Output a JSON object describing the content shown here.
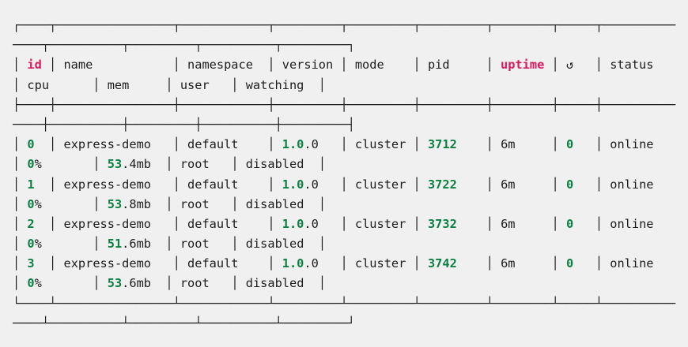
{
  "terminal": {
    "colors": {
      "bg": "#f0f0f0",
      "fg": "#1c1c1c",
      "red": "#d81b60",
      "green": "#0b8043"
    },
    "table": {
      "columns": [
        "id",
        "name",
        "namespace",
        "version",
        "mode",
        "pid",
        "uptime",
        "↺",
        "status",
        "cpu",
        "mem",
        "user",
        "watching"
      ],
      "rows": [
        {
          "id": "0",
          "name": "express-demo",
          "namespace": "default",
          "version": "1.0.0",
          "mode": "cluster",
          "pid": "3712",
          "uptime": "6m",
          "restarts": "0",
          "status": "online",
          "cpu": "0%",
          "mem": "53.4mb",
          "user": "root",
          "watching": "disabled"
        },
        {
          "id": "1",
          "name": "express-demo",
          "namespace": "default",
          "version": "1.0.0",
          "mode": "cluster",
          "pid": "3722",
          "uptime": "6m",
          "restarts": "0",
          "status": "online",
          "cpu": "0%",
          "mem": "53.8mb",
          "user": "root",
          "watching": "disabled"
        },
        {
          "id": "2",
          "name": "express-demo",
          "namespace": "default",
          "version": "1.0.0",
          "mode": "cluster",
          "pid": "3732",
          "uptime": "6m",
          "restarts": "0",
          "status": "online",
          "cpu": "0%",
          "mem": "51.6mb",
          "user": "root",
          "watching": "disabled"
        },
        {
          "id": "3",
          "name": "express-demo",
          "namespace": "default",
          "version": "1.0.0",
          "mode": "cluster",
          "pid": "3742",
          "uptime": "6m",
          "restarts": "0",
          "status": "online",
          "cpu": "0%",
          "mem": "53.6mb",
          "user": "root",
          "watching": "disabled"
        }
      ]
    },
    "lines": [
      [
        {
          "t": "┌────┬────────────────┬────────────┬─────────┬─────────┬─────────┬────────┬─────┬──────────"
        }
      ],
      [
        {
          "t": "────┬──────────┬─────────┬──────────┬─────────┐"
        }
      ],
      [
        {
          "t": "│ "
        },
        {
          "t": "id",
          "c": "red"
        },
        {
          "t": " │ name           │ namespace  │ version │ mode    │ pid     │ "
        },
        {
          "t": "uptime",
          "c": "red"
        },
        {
          "t": " │ ↺   │ status"
        }
      ],
      [
        {
          "t": "│ cpu      │ mem     │ user   │ watching  │"
        }
      ],
      [
        {
          "t": "├────┼────────────────┼────────────┼─────────┼─────────┼─────────┼────────┼─────┼──────────"
        }
      ],
      [
        {
          "t": "────┼──────────┼─────────┼──────────┼─────────┤"
        }
      ],
      [
        {
          "t": "│ "
        },
        {
          "t": "0",
          "c": "green"
        },
        {
          "t": "  │ express-demo   │ default    │ "
        },
        {
          "t": "1.0",
          "c": "green"
        },
        {
          "t": ".0   │ cluster │ "
        },
        {
          "t": "3712",
          "c": "green"
        },
        {
          "t": "    │ 6m     │ "
        },
        {
          "t": "0",
          "c": "green"
        },
        {
          "t": "   │ online"
        }
      ],
      [
        {
          "t": "│ "
        },
        {
          "t": "0",
          "c": "green"
        },
        {
          "t": "%       │ "
        },
        {
          "t": "53",
          "c": "green"
        },
        {
          "t": ".4mb  │ root   │ disabled  │"
        }
      ],
      [
        {
          "t": "│ "
        },
        {
          "t": "1",
          "c": "green"
        },
        {
          "t": "  │ express-demo   │ default    │ "
        },
        {
          "t": "1.0",
          "c": "green"
        },
        {
          "t": ".0   │ cluster │ "
        },
        {
          "t": "3722",
          "c": "green"
        },
        {
          "t": "    │ 6m     │ "
        },
        {
          "t": "0",
          "c": "green"
        },
        {
          "t": "   │ online"
        }
      ],
      [
        {
          "t": "│ "
        },
        {
          "t": "0",
          "c": "green"
        },
        {
          "t": "%       │ "
        },
        {
          "t": "53",
          "c": "green"
        },
        {
          "t": ".8mb  │ root   │ disabled  │"
        }
      ],
      [
        {
          "t": "│ "
        },
        {
          "t": "2",
          "c": "green"
        },
        {
          "t": "  │ express-demo   │ default    │ "
        },
        {
          "t": "1.0",
          "c": "green"
        },
        {
          "t": ".0   │ cluster │ "
        },
        {
          "t": "3732",
          "c": "green"
        },
        {
          "t": "    │ 6m     │ "
        },
        {
          "t": "0",
          "c": "green"
        },
        {
          "t": "   │ online"
        }
      ],
      [
        {
          "t": "│ "
        },
        {
          "t": "0",
          "c": "green"
        },
        {
          "t": "%       │ "
        },
        {
          "t": "51",
          "c": "green"
        },
        {
          "t": ".6mb  │ root   │ disabled  │"
        }
      ],
      [
        {
          "t": "│ "
        },
        {
          "t": "3",
          "c": "green"
        },
        {
          "t": "  │ express-demo   │ default    │ "
        },
        {
          "t": "1.0",
          "c": "green"
        },
        {
          "t": ".0   │ cluster │ "
        },
        {
          "t": "3742",
          "c": "green"
        },
        {
          "t": "    │ 6m     │ "
        },
        {
          "t": "0",
          "c": "green"
        },
        {
          "t": "   │ online"
        }
      ],
      [
        {
          "t": "│ "
        },
        {
          "t": "0",
          "c": "green"
        },
        {
          "t": "%       │ "
        },
        {
          "t": "53",
          "c": "green"
        },
        {
          "t": ".6mb  │ root   │ disabled  │"
        }
      ],
      [
        {
          "t": "└────┴────────────────┴────────────┴─────────┴─────────┴─────────┴────────┴─────┴──────────"
        }
      ],
      [
        {
          "t": "────┴──────────┴─────────┴──────────┴─────────┘"
        }
      ]
    ]
  }
}
